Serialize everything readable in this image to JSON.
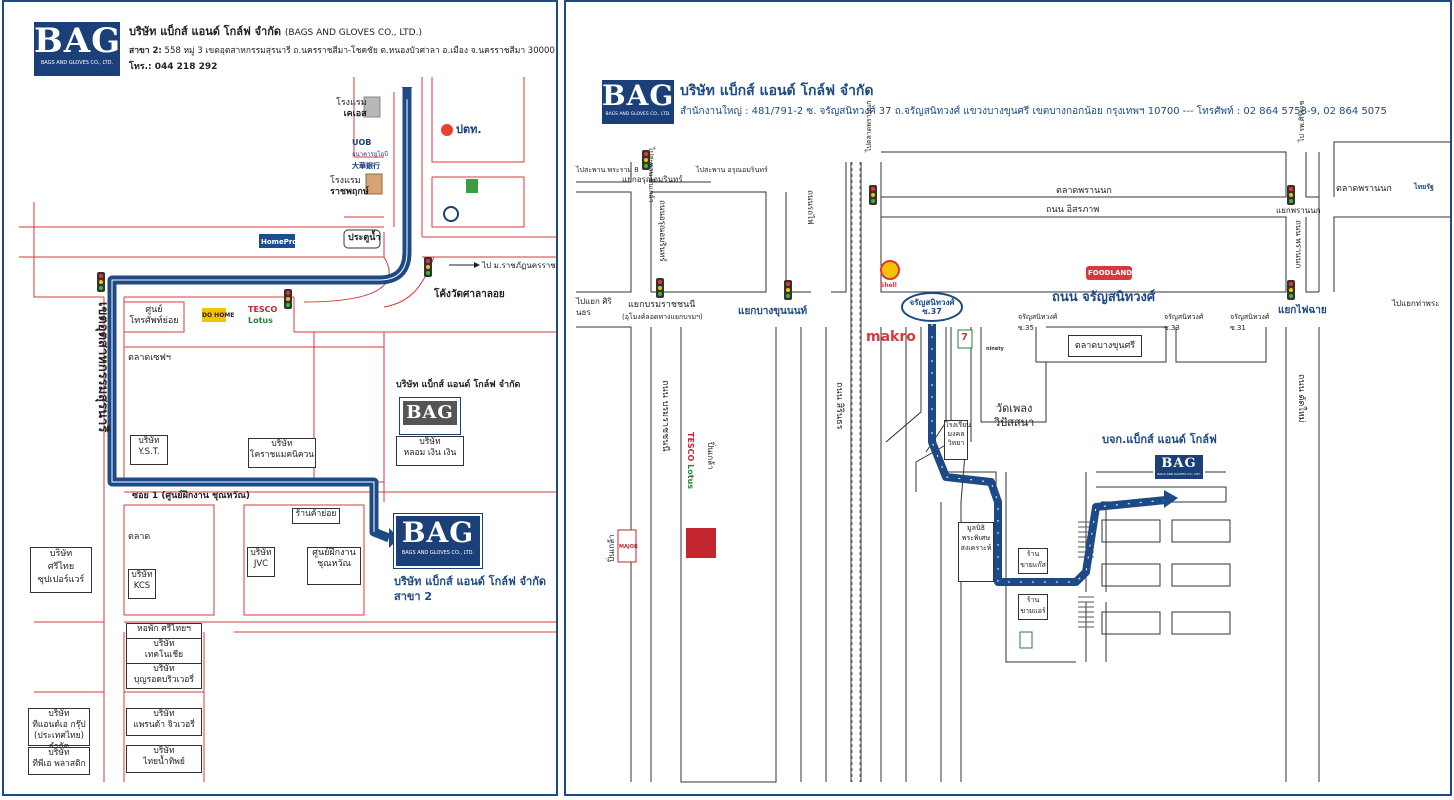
{
  "left_map": {
    "company": {
      "logo_text": "BAG",
      "logo_sub": "BAGS AND GLOVES CO., LTD.",
      "name_th": "บริษัท แบ็กส์ แอนด์ โกล์ฟ จำกัด",
      "name_en": "(BAGS AND GLOVES CO., LTD.)",
      "branch_label": "สาขา 2:",
      "address": "558 หมู่ 3 เขตอุตสาหกรรมสุรนารี ถ.นครราชสีมา-โชคชัย ต.หนองบัวศาลา อ.เมือง จ.นครราชสีมา 30000",
      "phone": "โทร.: 044 218 292"
    },
    "labels": {
      "hotel_cattle_1": "โรงแรม",
      "hotel_cattle_2": "เคเอส",
      "uob_1": "UOB",
      "uob_2": "ธนาคารยูโอบี",
      "uob_3": "大華銀行",
      "ptt": "ปตท.",
      "hotel_rat_1": "โรงแรม",
      "hotel_rat_2": "ราชพฤกษ์",
      "homepro": "HomePro",
      "prachuap": "ประตูน้ำ",
      "to_university": "ไป ม.ราชภัฏนครราชสีมา",
      "wat_sala": "โค้งวัดศาลาลอย",
      "thai_dee": "ศูนย์",
      "thai_dee_2": "โทรศัพท์ย่อย",
      "do_home": "DO HOME",
      "tesco_1": "TESCO",
      "tesco_2": "Lotus",
      "market": "ตลาดเซฟฯ",
      "road_vertical": "เขตอุตสาหกรรมสุรนารี",
      "bag_title": "บริษัท แบ็กส์ แอนด์ โกล์ฟ จำกัด",
      "yst_1": "บริษัท",
      "yst_2": "Y.S.T.",
      "korat_1": "บริษัท",
      "korat_2": "โคราชแมคนิควน",
      "lh_1": "บริษัท",
      "lh_2": "หลอม เงิน เงิน",
      "soi1": "ซอย 1 (ศูนย์ฝึกงาน ชุณหวัณ)",
      "retail": "ร้านค้าย่อย",
      "talad": "ตลาด",
      "jvc_1": "บริษัท",
      "jvc_2": "JVC",
      "chun_1": "ศูนย์ฝึกงาน",
      "chun_2": "ชุณหวัณ",
      "kcs_1": "บริษัท",
      "kcs_2": "KCS",
      "srithai_1": "บริษัท",
      "srithai_2": "ศรีไทย",
      "srithai_3": "ซุปเปอร์แวร์",
      "dorm": "หอพัก ศรีไทยฯ",
      "tech_1": "บริษัท",
      "tech_2": "เทคโนเชีย",
      "boon_1": "บริษัท",
      "boon_2": "บุญรอดบริวเวอรี่",
      "thai_1": "บริษัท",
      "thai_2": "ทีแอนด์เอ กรุ๊ป",
      "thai_3": "(ประเทศไทย) จำกัด",
      "prince_1": "บริษัท",
      "prince_2": "แพรนด้า จิวเวอรี่",
      "tp_1": "บริษัท",
      "tp_2": "ทีพีเอ พลาสติก",
      "thaiwater_1": "บริษัท",
      "thaiwater_2": "ไทยน้ำทิพย์",
      "bag_branch_name": "บริษัท แบ็กส์ แอนด์ โกล์ฟ จำกัด",
      "bag_branch_2": "สาขา 2"
    }
  },
  "right_map": {
    "company": {
      "logo_text": "BAG",
      "logo_sub": "BAGS AND GLOVES CO., LTD.",
      "name_th": "บริษัท แบ็กส์ แอนด์ โกล์ฟ จำกัด",
      "address": "สำนักงานใหญ่ : 481/791-2 ซ. จรัญสนิทวงศ์ 37 ถ.จรัญสนิทวงศ์ แขวงบางขุนศรี เขตบางกอกน้อย กรุงเทพฯ 10700 --- โทรศัพท์ : 02 864 5758-9, 02 864 5075"
    },
    "labels": {
      "to_saphan_8": "ไปสะพาน พระราม 8",
      "arun": "แยกอรุณอมรินทร์",
      "to_saphan_arun": "ไปสะพาน อรุณอมรินทร์",
      "to_pinklao": "ไปสะพาน ปิ่นเกล้า",
      "rail": "ทางรถไฟ",
      "to_talad": "ไปตลาดพรานนก",
      "talad_pran": "ตลาดพรานนก",
      "isaraphap": "ถนน อิสรภาพ",
      "to_siriraj": "ไป รพ.ศิริราช",
      "pran_junction": "แยกพรานนก",
      "talad_pran_2": "ตลาดพรานนก",
      "thai_rath": "ไทยรัฐ",
      "arun_road": "ถนนอรุณอมรินทร์",
      "rail_road": "ถนนรถไฟ",
      "pran_road": "ถนน พรานนก",
      "shell": "Shell",
      "foodland": "FOODLAND",
      "to_siriraj2": "ไปแยก ศิรินธร",
      "boromaratchonnanee": "แยกบรมราชชนนี",
      "bkk_note": "(อุโมงค์ลอดทางแยกบรมฯ)",
      "bangkhunnon": "แยกบางขุนนนท์",
      "charan_badge_1": "จรัญสนิทวงศ์",
      "charan_badge_2": "ซ.37",
      "charan_road": "ถนน จรัญสนิทวงศ์",
      "soi35": "จรัญสนิทวงศ์ ซ.35",
      "soi33": "จรัญสนิทวงศ์ ซ.33",
      "soi31": "จรัญสนิทวงศ์ ซ.31",
      "fai_chai": "แยกไฟฉาย",
      "to_tha_phra": "ไปแยกท่าพระ",
      "makro": "makro",
      "seven": "7",
      "ninety": "ninety",
      "talad_bk": "ตลาดบางขุนศรี",
      "wat_phleng": "วัดเพลง",
      "wat_phleng_2": "วิปัสสนา",
      "school_1": "โรงเรียน",
      "school_2": "มงคล",
      "school_3": "วิทยา",
      "bkk_rd": "ถนน บรมราชชนนี",
      "tesco_1": "TESCO",
      "tesco_2": "Lotus",
      "pinklao_1": "ปิ่นเกล้า",
      "sanit_road": "ถนน สิรินธร",
      "tatmai": "ถนน ตัดใหม่",
      "bag_title": "บจก.แบ็กส์ แอนด์ โกล์ฟ",
      "foundation_1": "มูลนิธิ",
      "foundation_2": "พระพิเศษ",
      "foundation_3": "สงเคราะห์",
      "shop1": "ร้าน",
      "shop1b": "ขายแก๊ส",
      "shop2": "ร้าน",
      "shop2b": "ขายแอร์",
      "pinklao_2": "ปิ่นเกล้า",
      "major": "MAJOR"
    }
  },
  "colors": {
    "route": "#1d4a86",
    "brand": "#1b3f78",
    "road_red": "#d9383b",
    "road_dark": "#333333"
  }
}
